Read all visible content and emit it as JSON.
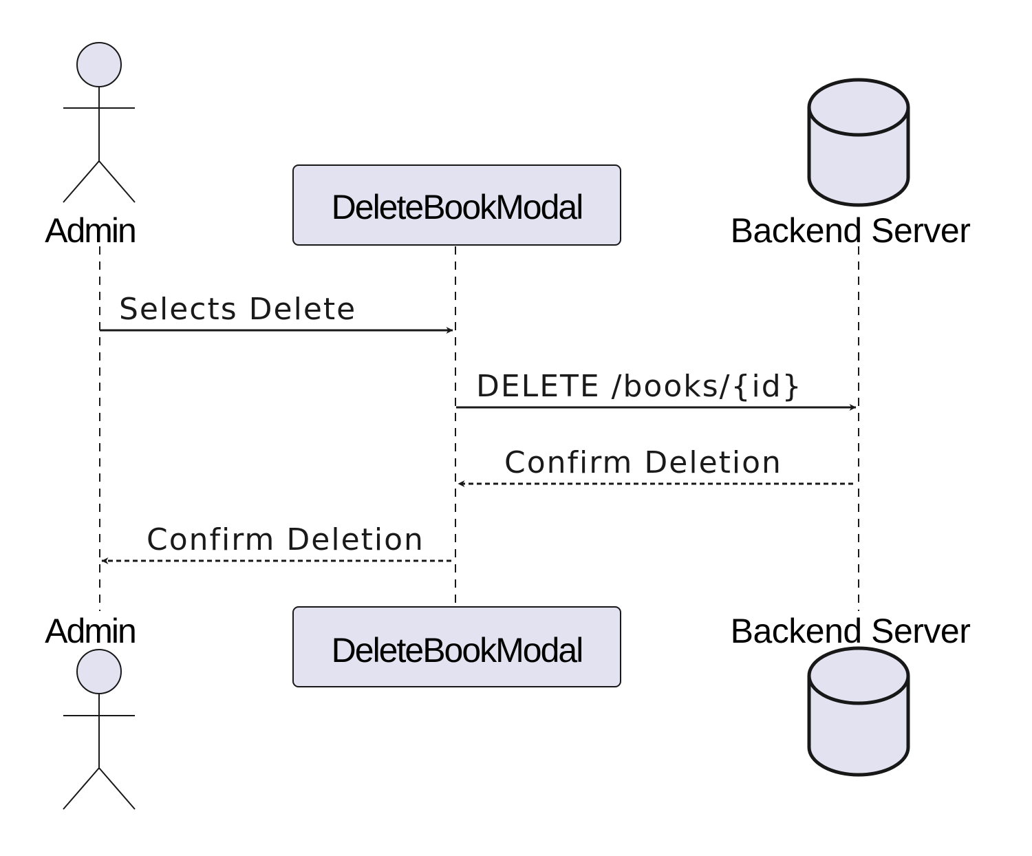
{
  "participants": [
    {
      "id": "admin",
      "kind": "actor",
      "label": "Admin"
    },
    {
      "id": "modal",
      "kind": "participant",
      "label": "DeleteBookModal"
    },
    {
      "id": "backend",
      "kind": "database",
      "label": "Backend Server"
    }
  ],
  "messages": [
    {
      "from": "admin",
      "to": "modal",
      "label": "Selects Delete",
      "style": "solid"
    },
    {
      "from": "modal",
      "to": "backend",
      "label": "DELETE /books/{id}",
      "style": "solid"
    },
    {
      "from": "backend",
      "to": "modal",
      "label": "Confirm Deletion",
      "style": "dashed"
    },
    {
      "from": "modal",
      "to": "admin",
      "label": "Confirm Deletion",
      "style": "dashed"
    }
  ],
  "colors": {
    "participant_fill": "#E2E2F0",
    "outline": "#181818",
    "lifeline": "#181818"
  }
}
